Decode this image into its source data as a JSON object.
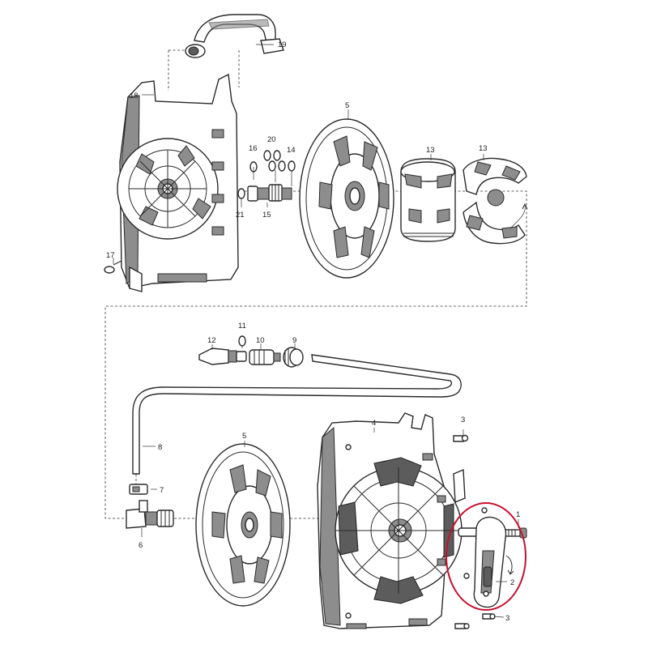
{
  "callouts": {
    "p1": "1",
    "p2": "2",
    "p3a": "3",
    "p3b": "3",
    "p4": "4",
    "p5a": "5",
    "p5b": "5",
    "p6": "6",
    "p7": "7",
    "p8": "8",
    "p9": "9",
    "p10": "10",
    "p11": "11",
    "p12": "12",
    "p13a": "13",
    "p13b": "13",
    "p14": "14",
    "p15": "15",
    "p16": "16",
    "p17": "17",
    "p18": "18",
    "p19": "19",
    "p20": "20",
    "p21": "21"
  },
  "colors": {
    "highlight_circle": "#c8102e",
    "line": "#2a2a2a",
    "shading": "#8d8d8d",
    "background": "#ffffff"
  }
}
